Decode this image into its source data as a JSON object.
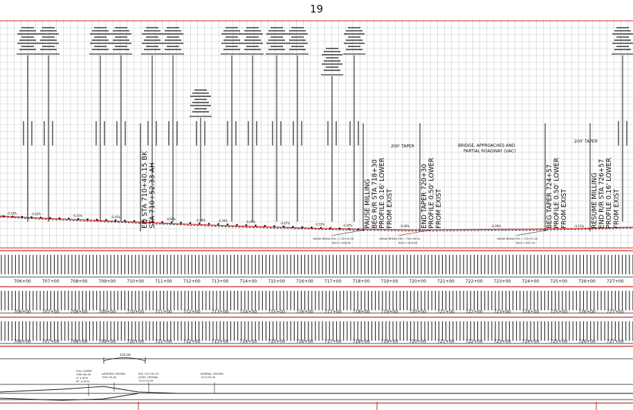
{
  "sheet": {
    "page_number": "19"
  },
  "profile": {
    "grade_labels": [
      "-0.10%",
      "-0.32%",
      "-0.31%",
      "-0.45%",
      "-0.60%",
      "-0.28%",
      "-0.70%",
      "-0.49%",
      "-0.67%",
      "-0.33%",
      "-0.20%",
      "-0.06%",
      "-0.28%",
      "-0.21%"
    ],
    "vertical_notes": [
      "EQ STA 710+40.15 BK",
      "STA 710+52.33 AH",
      "PAUSE MILLING",
      "BEG R/R STA 718+30",
      "PROFILE 0.16' LOWER",
      "FROM EXIST",
      "END TAPER 720+30",
      "PROFILE 0.50' LOWER",
      "FROM EXIST",
      "BEG TAPER 724+57",
      "PROFILE 0.50' LOWER",
      "FROM EXIST",
      "RESUME MILLING",
      "END R/R STA 726+57",
      "PROFILE 0.16' LOWER",
      "FROM EXIST"
    ],
    "taper_labels": [
      "200' TAPER",
      "200' TAPER"
    ],
    "bridge_label_1": "BRIDGE, APPROACHES AND",
    "bridge_label_2": "PARTIAL ROADWAY (UAC)",
    "grade_breaks": [
      {
        "line1": "GRADE BREAK STA = 718+20.00",
        "line2": "ELEV = 816.00"
      },
      {
        "line1": "GRADE BREAK STA = 720+30.00",
        "line2": "ELEV = 815.63"
      },
      {
        "line1": "GRADE BREAK STA = 724+57.00",
        "line2": "ELEV = 817.14"
      }
    ]
  },
  "stations": {
    "row_1": [
      "706+00",
      "707+00",
      "708+00",
      "709+00",
      "710+00",
      "711+00",
      "712+00",
      "713+00",
      "714+00",
      "715+00",
      "716+00",
      "717+00",
      "718+00",
      "719+00",
      "720+00",
      "721+00",
      "722+00",
      "723+00",
      "724+00",
      "725+00",
      "726+00",
      "727+00"
    ],
    "row_2": [
      "706+00",
      "707+00",
      "708+00",
      "709+00",
      "710+00",
      "711+00",
      "712+00",
      "713+00",
      "714+00",
      "715+00",
      "716+00",
      "717+00",
      "718+00",
      "719+00",
      "720+00",
      "721+00",
      "722+00",
      "723+00",
      "724+00",
      "725+00",
      "726+00",
      "727+00"
    ],
    "row_3": [
      "706+00",
      "707+00",
      "708+00",
      "709+00",
      "710+00",
      "711+00",
      "712+00",
      "713+00",
      "714+00",
      "715+00",
      "716+00",
      "717+00",
      "718+00",
      "719+00",
      "720+00",
      "721+00",
      "722+00",
      "723+00",
      "724+00",
      "725+00",
      "726+00",
      "727+00"
    ]
  },
  "superelevation": {
    "length_label": "150.00",
    "full_super": [
      "FULL SUPER",
      "708+65.00",
      "LT 4.00%",
      "RT -4.00%"
    ],
    "adverse_crown": [
      "ADVERSE CROWN",
      "709+30.00"
    ],
    "level_crown": [
      "STA 710+52.33",
      "LEVEL CROWN",
      "710+10.00"
    ],
    "normal_crown": [
      "NORMAL CROWN",
      "712+00.00"
    ]
  },
  "colors": {
    "grid": "#c8c8c8",
    "line": "#111111",
    "red": "#d21e1e",
    "dark_red": "#a00000"
  }
}
